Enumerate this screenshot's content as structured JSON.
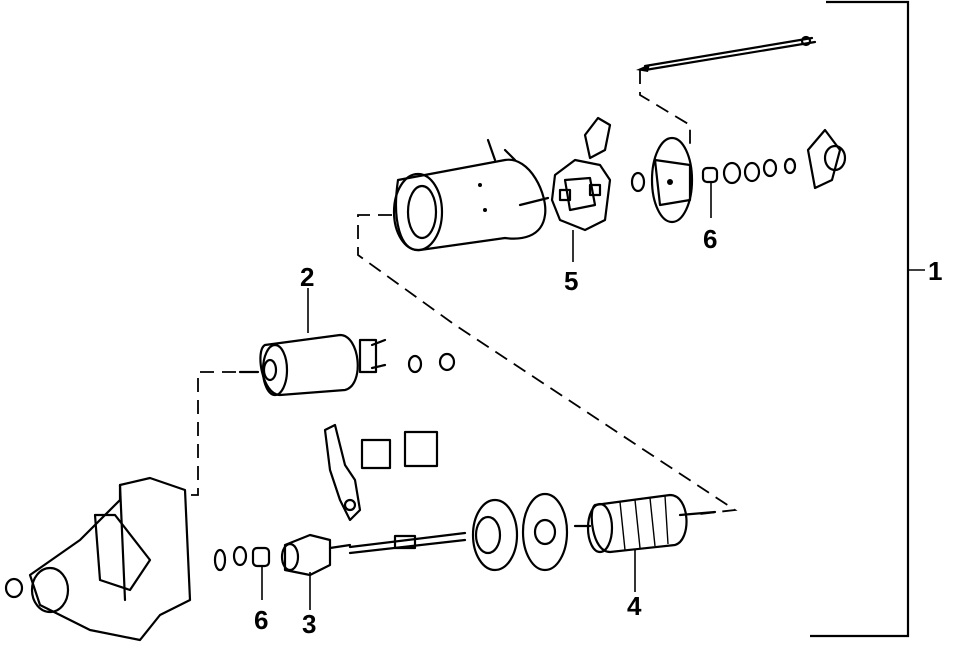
{
  "callouts": {
    "c1": "1",
    "c2": "2",
    "c3": "3",
    "c4": "4",
    "c5": "5",
    "c6_upper": "6",
    "c6_lower": "6"
  }
}
